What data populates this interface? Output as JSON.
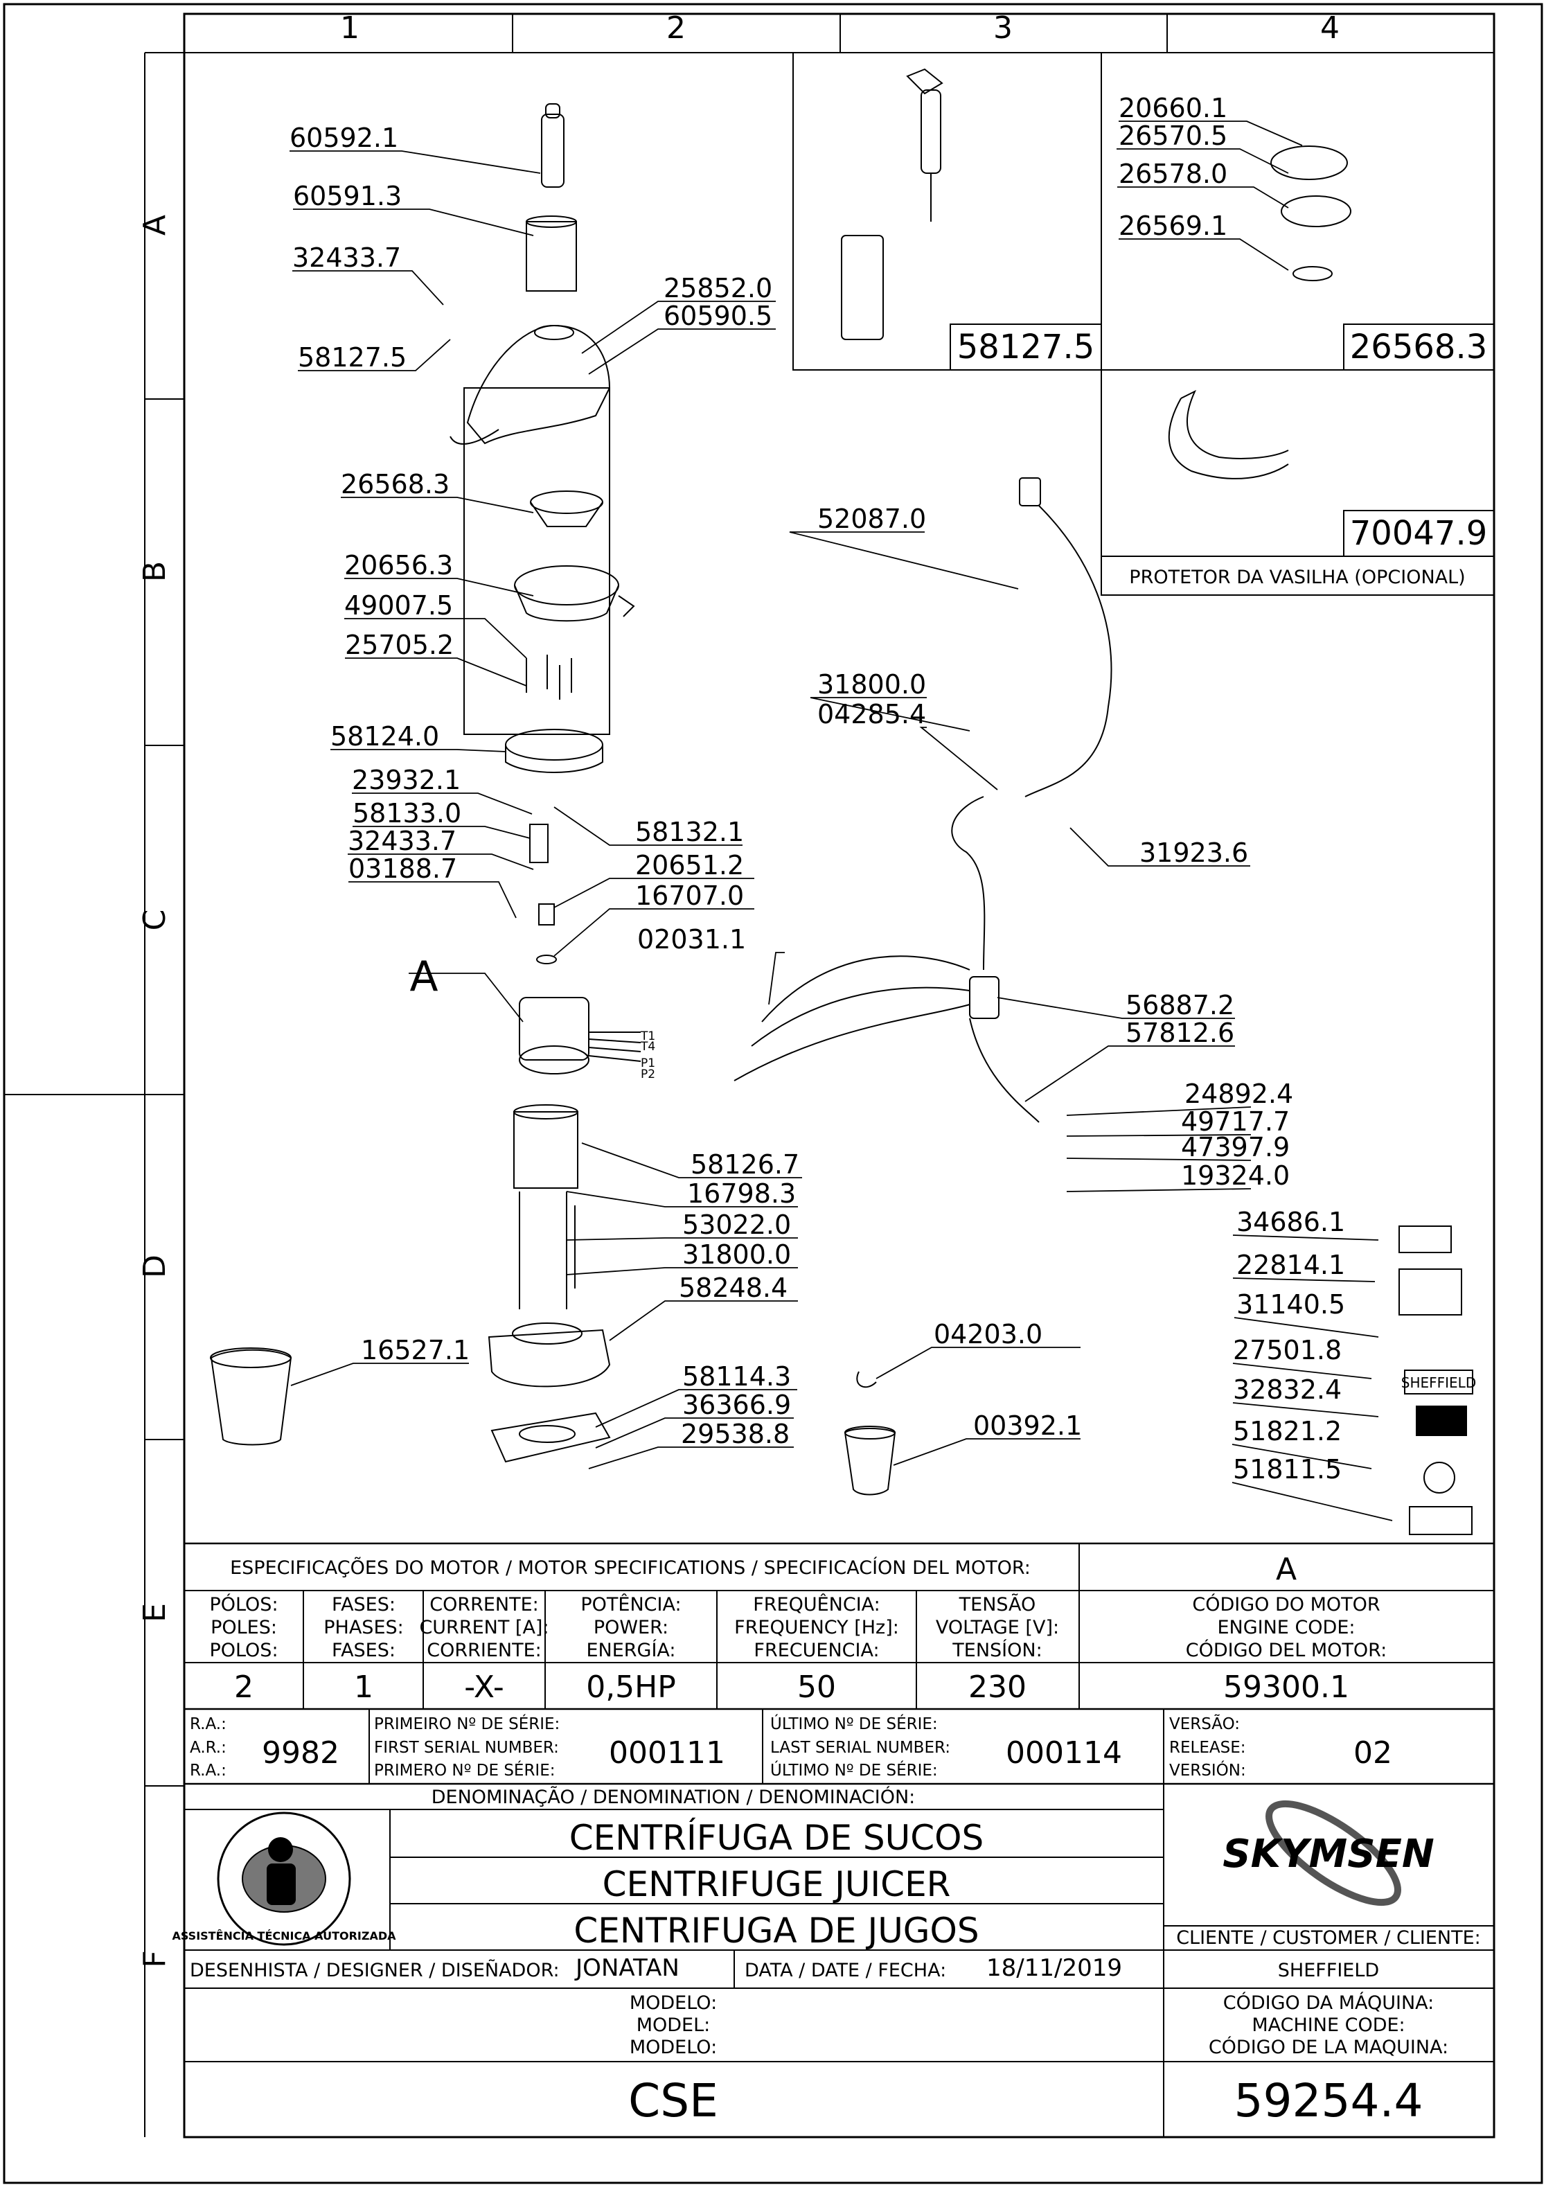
{
  "grid": {
    "columns": [
      "1",
      "2",
      "3",
      "4"
    ],
    "rows": [
      "A",
      "B",
      "C",
      "D",
      "E",
      "F"
    ]
  },
  "part_numbers": {
    "p60592_1": "60592.1",
    "p60591_3": "60591.3",
    "p32433_7a": "32433.7",
    "p58127_5a": "58127.5",
    "p25852_0": "25852.0",
    "p60590_5": "60590.5",
    "p26568_3a": "26568.3",
    "p20656_3": "20656.3",
    "p49007_5": "49007.5",
    "p25705_2": "25705.2",
    "p58124_0": "58124.0",
    "p23932_1": "23932.1",
    "p58133_0": "58133.0",
    "p32433_7b": "32433.7",
    "p03188_7": "03188.7",
    "p58132_1": "58132.1",
    "p20651_2": "20651.2",
    "p16707_0": "16707.0",
    "p02031_1": "02031.1",
    "p58126_7": "58126.7",
    "p16798_3": "16798.3",
    "p53022_0": "53022.0",
    "p31800_0a": "31800.0",
    "p58248_4": "58248.4",
    "p16527_1": "16527.1",
    "p58114_3": "58114.3",
    "p36366_9": "36366.9",
    "p29538_8": "29538.8",
    "p04203_0": "04203.0",
    "p00392_1": "00392.1",
    "p52087_0": "52087.0",
    "p31800_0b": "31800.0",
    "p04285_4": "04285.4",
    "p31923_6": "31923.6",
    "p56887_2": "56887.2",
    "p57812_6": "57812.6",
    "p24892_4": "24892.4",
    "p49717_7": "49717.7",
    "p47397_9": "47397.9",
    "p19324_0": "19324.0",
    "p34686_1": "34686.1",
    "p22814_1": "22814.1",
    "p31140_5": "31140.5",
    "p27501_8": "27501.8",
    "p32832_4": "32832.4",
    "p51821_2": "51821.2",
    "p51811_5": "51811.5",
    "p20660_1": "20660.1",
    "p26570_5": "26570.5",
    "p26578_0": "26578.0",
    "p26569_1": "26569.1"
  },
  "detail_boxes": {
    "box1_code": "58127.5",
    "box2_code": "26568.3",
    "box3_code": "70047.9",
    "box3_caption": "PROTETOR DA VASILHA (OPCIONAL)"
  },
  "labels": {
    "detail_marker": "A",
    "t1": "T1",
    "t4": "T4",
    "p1": "P1",
    "p2": "P2",
    "brand_sticker": "SHEFFIELD"
  },
  "motor_specs": {
    "header": "ESPECIFICAÇÕES DO MOTOR / MOTOR SPECIFICATIONS / SPECIFICACÍON DEL MOTOR:",
    "detail_ref": "A",
    "columns": [
      {
        "l1": "PÓLOS:",
        "l2": "POLES:",
        "l3": "POLOS:",
        "value": "2"
      },
      {
        "l1": "FASES:",
        "l2": "PHASES:",
        "l3": "FASES:",
        "value": "1"
      },
      {
        "l1": "CORRENTE:",
        "l2": "CURRENT [A]:",
        "l3": "CORRIENTE:",
        "value": "-X-"
      },
      {
        "l1": "POTÊNCIA:",
        "l2": "POWER:",
        "l3": "ENERGÍA:",
        "value": "0,5HP"
      },
      {
        "l1": "FREQUÊNCIA:",
        "l2": "FREQUENCY [Hz]:",
        "l3": "FRECUENCIA:",
        "value": "50"
      },
      {
        "l1": "TENSÃO",
        "l2": "VOLTAGE [V]:",
        "l3": "TENSÍON:",
        "value": "230"
      },
      {
        "l1": "CÓDIGO DO MOTOR",
        "l2": "ENGINE CODE:",
        "l3": "CÓDIGO DEL MOTOR:",
        "value": "59300.1"
      }
    ]
  },
  "serial": {
    "ra_l1": "R.A.:",
    "ra_l2": "A.R.:",
    "ra_l3": "R.A.:",
    "ra_value": "9982",
    "first_l1": "PRIMEIRO Nº DE SÉRIE:",
    "first_l2": "FIRST SERIAL NUMBER:",
    "first_l3": "PRIMERO Nº DE SÉRIE:",
    "first_value": "000111",
    "last_l1": "ÚLTIMO Nº DE SÉRIE:",
    "last_l2": "LAST SERIAL NUMBER:",
    "last_l3": "ÚLTIMO Nº DE SÉRIE:",
    "last_value": "000114",
    "ver_l1": "VERSÃO:",
    "ver_l2": "RELEASE:",
    "ver_l3": "VERSIÓN:",
    "ver_value": "02"
  },
  "title_block": {
    "denomination_header": "DENOMINAÇÃO / DENOMINATION / DENOMINACIÓN:",
    "name_pt": "CENTRÍFUGA DE SUCOS",
    "name_en": "CENTRIFUGE JUICER",
    "name_es": "CENTRIFUGA DE JUGOS",
    "stamp_text": "ASSISTÊNCIA TÉCNICA AUTORIZADA",
    "brand": "SKYMSEN",
    "customer_label": "CLIENTE / CUSTOMER / CLIENTE:",
    "customer": "SHEFFIELD",
    "designer_label": "DESENHISTA / DESIGNER / DISEÑADOR:",
    "designer": "JONATAN",
    "date_label": "DATA / DATE / FECHA:",
    "date": "18/11/2019",
    "model_l1": "MODELO:",
    "model_l2": "MODEL:",
    "model_l3": "MODELO:",
    "model": "CSE",
    "machine_l1": "CÓDIGO DA MÁQUINA:",
    "machine_l2": "MACHINE CODE:",
    "machine_l3": "CÓDIGO DE LA MAQUINA:",
    "machine_code": "59254.4"
  }
}
